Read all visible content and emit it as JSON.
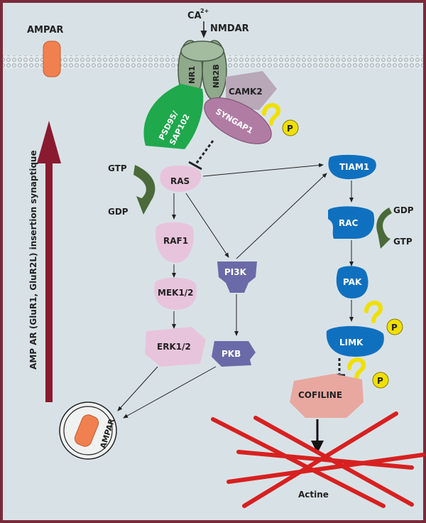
{
  "colors": {
    "background": "#d8e2e6",
    "frame": "#7a2a3a",
    "membrane": "#b8c4c8",
    "receptor": "#8fa98b",
    "psd95": "#1fa84c",
    "camk2": "#b8a8b8",
    "syngap": "#b07ca4",
    "ras_pathway": "#e8c4dc",
    "pi3k": "#6a6aa8",
    "rac_pathway": "#1070c0",
    "cofiline": "#e8a8a0",
    "actin": "#d82020",
    "phospho": "#f0e000",
    "arrow_big": "#8a1a30",
    "gtp_arrow": "#4a6a3a",
    "ampar": "#f08050"
  },
  "labels": {
    "ampar_top": "AMPAR",
    "ca": "CA",
    "ca_sup": "2+",
    "nmdar": "NMDAR",
    "nr1": "NR1",
    "nr2b": "NR2B",
    "camk2": "CAMK2",
    "psd95_line1": "PSD95/",
    "psd95_line2": "SAP102",
    "syngap1": "SYNGAP1",
    "p": "P",
    "gtp_left": "GTP",
    "gdp_left": "GDP",
    "ras": "RAS",
    "raf1": "RAF1",
    "mek": "MEK1/2",
    "erk": "ERK1/2",
    "pi3k": "PI3K",
    "pkb": "PKB",
    "tiam1": "TIAM1",
    "rac": "RAC",
    "gdp_right": "GDP",
    "gtp_right": "GTP",
    "pak": "PAK",
    "limk": "LIMK",
    "cofiline": "COFILINE",
    "actine": "Actine",
    "ampar_vesicle": "AMPAR",
    "vertical": "AMP AR (GluR1, GluR2L) insertion synaptique"
  }
}
